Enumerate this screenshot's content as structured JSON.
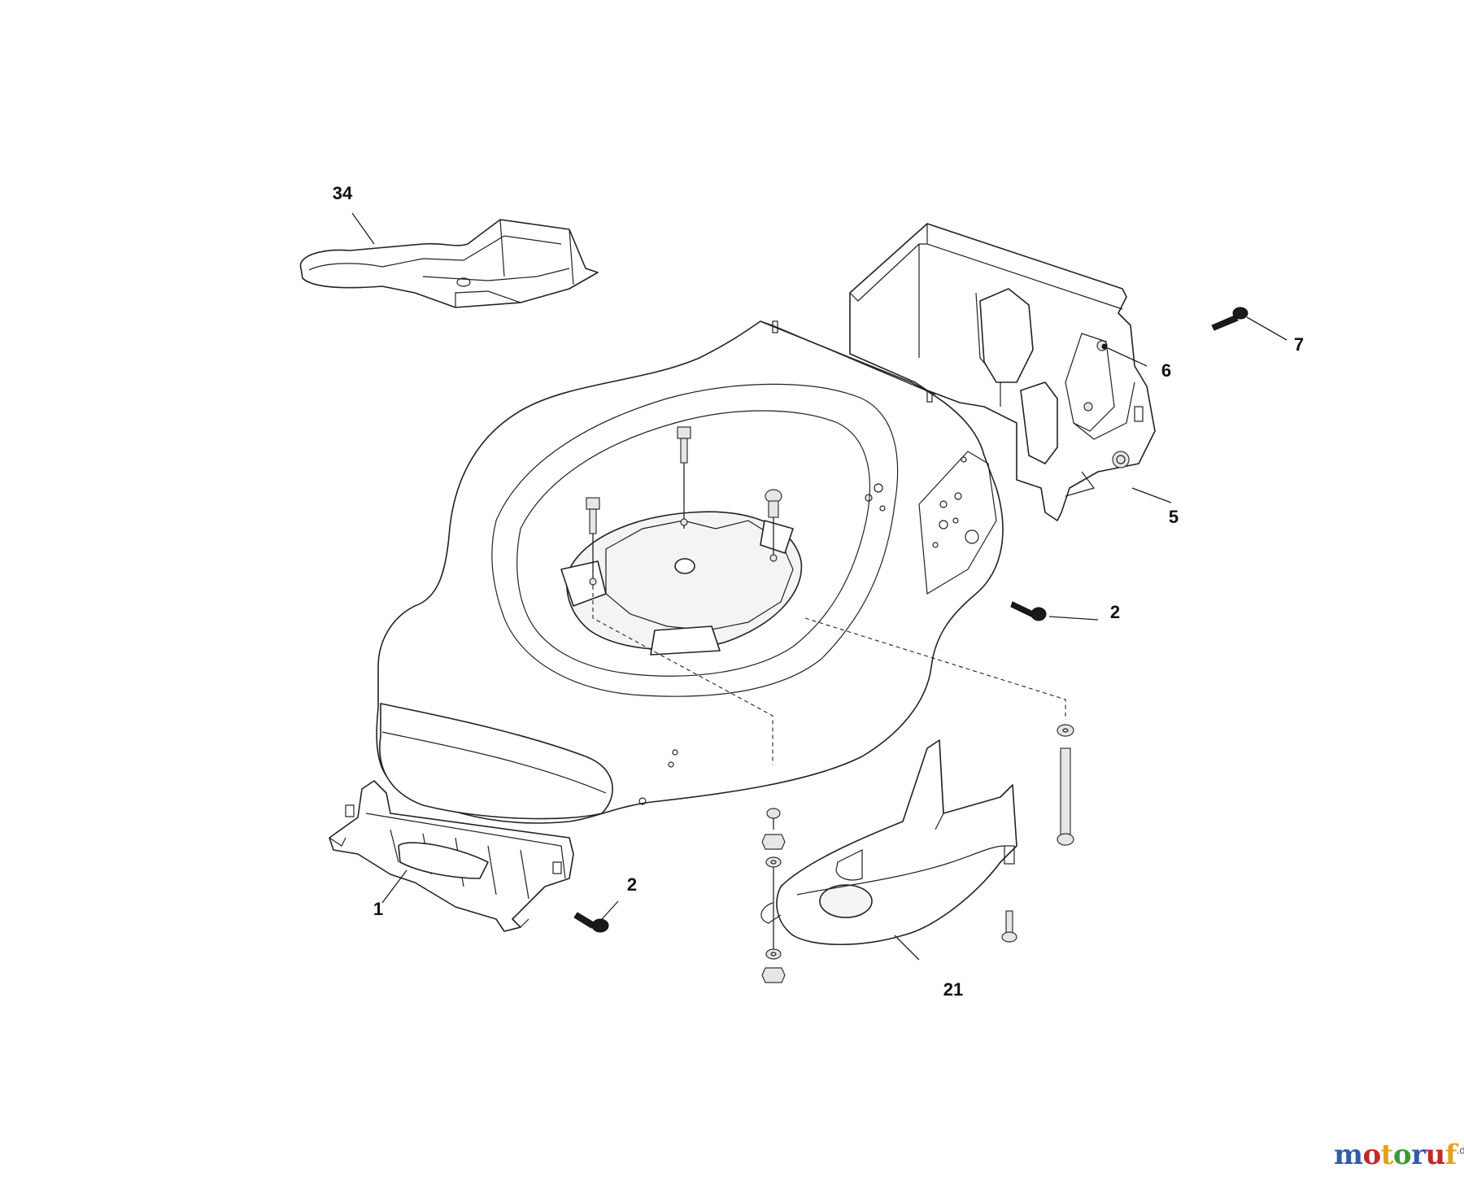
{
  "callouts": {
    "part_34": "34",
    "part_7": "7",
    "part_6": "6",
    "part_5": "5",
    "part_2_right": "2",
    "part_2_lower": "2",
    "part_1": "1",
    "part_21": "21"
  },
  "watermark": {
    "text_m": "m",
    "text_o1": "o",
    "text_t": "t",
    "text_o2": "o",
    "text_r": "r",
    "text_u": "u",
    "text_f": "f",
    "tld": ".de"
  }
}
